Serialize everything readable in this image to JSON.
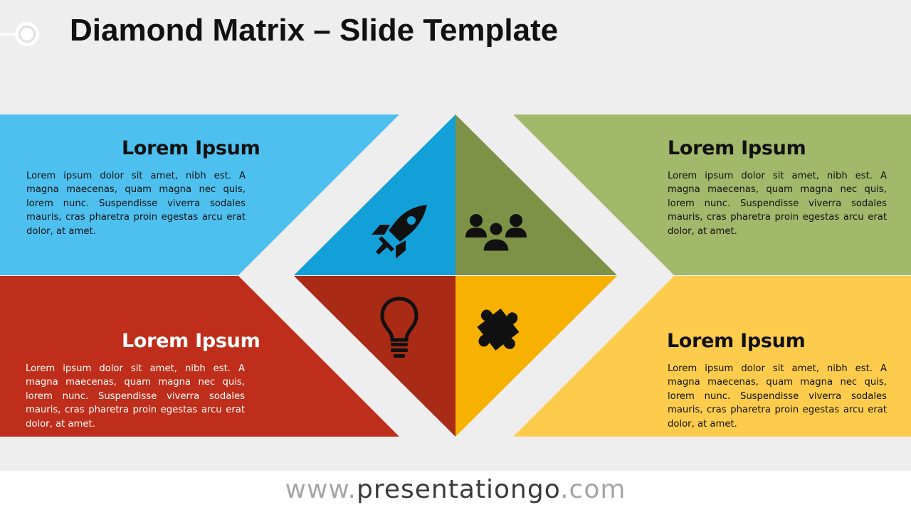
{
  "slide": {
    "title": "Diamond Matrix – Slide Template"
  },
  "quadrants": [
    {
      "id": "top-left",
      "color": "#4ec0ef",
      "dark_color": "#13a0d9",
      "title": "Lorem Ipsum",
      "body": "Lorem ipsum dolor sit amet, nibh est. A magna maecenas, quam magna nec quis, lorem nunc. Suspendisse viverra sodales mauris, cras pharetra proin egestas arcu erat dolor, at amet.",
      "icon": "rocket-icon"
    },
    {
      "id": "top-right",
      "color": "#a2b86a",
      "dark_color": "#7d9246",
      "title": "Lorem Ipsum",
      "body": "Lorem ipsum dolor sit amet, nibh est. A magna maecenas, quam magna nec quis, lorem nunc. Suspendisse viverra sodales mauris, cras pharetra proin egestas arcu erat dolor, at amet.",
      "icon": "team-icon"
    },
    {
      "id": "bottom-left",
      "color": "#bf2e1a",
      "dark_color": "#a92a15",
      "title": "Lorem Ipsum",
      "body": "Lorem ipsum dolor sit amet, nibh est. A magna maecenas, quam magna nec quis, lorem nunc. Suspendisse viverra sodales mauris, cras pharetra proin egestas arcu erat dolor, at amet.",
      "icon": "lightbulb-icon"
    },
    {
      "id": "bottom-right",
      "color": "#fdcc4c",
      "dark_color": "#f7b100",
      "title": "Lorem Ipsum",
      "body": "Lorem ipsum dolor sit amet, nibh est. A magna maecenas, quam magna nec quis, lorem nunc. Suspendisse viverra sodales mauris, cras pharetra proin egestas arcu erat dolor, at amet.",
      "icon": "puzzle-icon"
    }
  ],
  "footer": {
    "prefix": "www.",
    "domain": "presentationgo",
    "suffix": ".com"
  }
}
